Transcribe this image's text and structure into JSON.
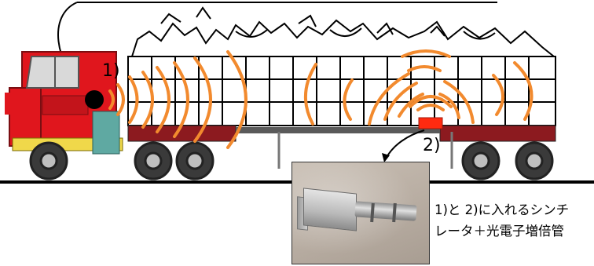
{
  "labels": {
    "one": "1)",
    "two": "2)"
  },
  "caption": {
    "line1": "1)と 2)に入れるシンチ",
    "line2": "レータ＋光電子増倍管"
  },
  "colors": {
    "wave": "#f28a2e",
    "truck_red": "#e0161d",
    "detector_red": "#ff2a10",
    "sensor_dot": "#000000"
  },
  "icons": [
    "truck-cab",
    "cargo-grid",
    "radiation-wave",
    "detector-photo"
  ]
}
